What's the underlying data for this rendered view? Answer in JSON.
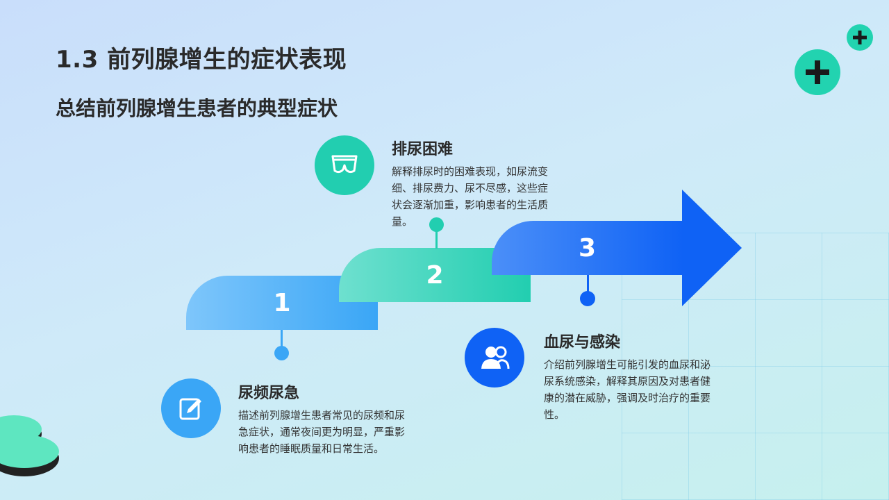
{
  "header": {
    "title": "1.3 前列腺增生的症状表现",
    "subtitle": "总结前列腺增生患者的典型症状"
  },
  "steps": [
    {
      "number": "1",
      "heading": "尿频尿急",
      "icon": "edit-icon",
      "color": "#3aa6f6",
      "description": "描述前列腺增生患者常见的尿频和尿急症状，通常夜间更为明显，严重影响患者的睡眠质量和日常生活。"
    },
    {
      "number": "2",
      "heading": "排尿困难",
      "icon": "underwear-icon",
      "color": "#22ceb0",
      "description": "解释排尿时的困难表现，如尿流变细、排尿费力、尿不尽感，这些症状会逐渐加重，影响患者的生活质量。"
    },
    {
      "number": "3",
      "heading": "血尿与感染",
      "icon": "users-icon",
      "color": "#0f62f5",
      "description": "介绍前列腺增生可能引发的血尿和泌尿系统感染，解释其原因及对患者健康的潜在威胁，强调及时治疗的重要性。"
    }
  ],
  "colors": {
    "accent": "#22d3b0",
    "blue": "#0f62f5",
    "light_blue": "#3aa6f6",
    "teal": "#22ceb0"
  }
}
